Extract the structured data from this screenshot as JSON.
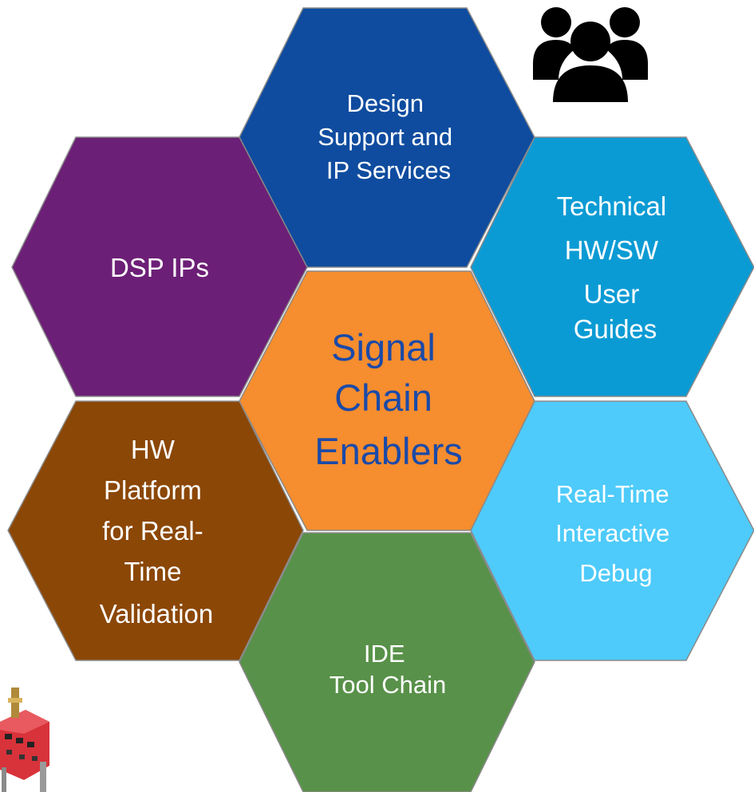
{
  "diagram": {
    "center": {
      "lines": [
        "Signal",
        "Chain",
        "Enablers"
      ],
      "fill": "#f68d2e",
      "text_color": "#1b4aa8"
    },
    "hexes": [
      {
        "id": "design-support",
        "lines": [
          "Design",
          "Support and",
          "IP Services"
        ],
        "fill": "#0f4c9f"
      },
      {
        "id": "technical-guides",
        "lines": [
          "Technical",
          "HW/SW",
          "User",
          "Guides"
        ],
        "fill": "#0b9bd4"
      },
      {
        "id": "realtime-debug",
        "lines": [
          "Real-Time",
          "Interactive",
          "Debug"
        ],
        "fill": "#4ecbfa"
      },
      {
        "id": "ide-toolchain",
        "lines": [
          "IDE",
          "Tool Chain"
        ],
        "fill": "#589149"
      },
      {
        "id": "hw-platform",
        "lines": [
          "HW",
          "Platform",
          "for Real-",
          "Time",
          "Validation"
        ],
        "fill": "#8b4706"
      },
      {
        "id": "dsp-ips",
        "lines": [
          "DSP IPs"
        ],
        "fill": "#6c1f76"
      }
    ],
    "edge_color": "#8a8a8a",
    "icons": {
      "people": "people-group-icon",
      "board": "circuit-board-photo"
    }
  }
}
